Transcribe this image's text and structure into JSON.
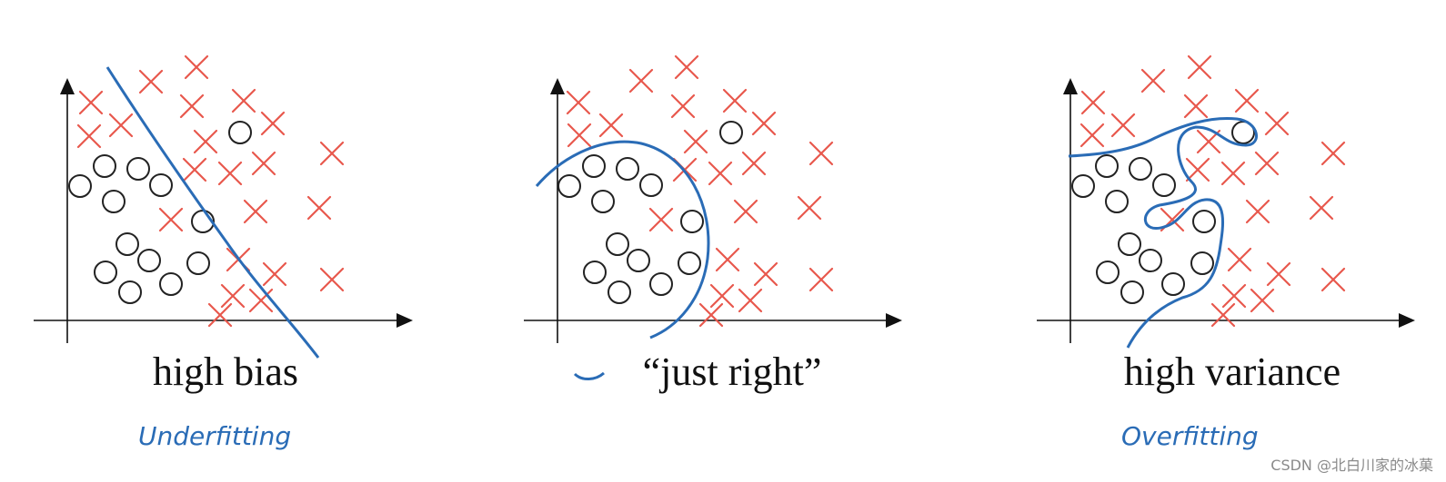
{
  "panels": [
    {
      "caption": "high bias",
      "handwritten": "Underfitting",
      "crosses": [
        [
          100,
          113
        ],
        [
          98,
          150
        ],
        [
          133,
          138
        ],
        [
          166,
          90
        ],
        [
          216,
          74
        ],
        [
          211,
          117
        ],
        [
          226,
          156
        ],
        [
          214,
          187
        ],
        [
          253,
          191
        ],
        [
          268,
          111
        ],
        [
          300,
          136
        ],
        [
          290,
          180
        ],
        [
          281,
          233
        ],
        [
          188,
          242
        ],
        [
          365,
          169
        ],
        [
          351,
          229
        ],
        [
          365,
          308
        ],
        [
          302,
          302
        ],
        [
          262,
          286
        ],
        [
          256,
          326
        ],
        [
          287,
          331
        ],
        [
          242,
          347
        ]
      ],
      "circles": [
        [
          88,
          205
        ],
        [
          115,
          183
        ],
        [
          152,
          186
        ],
        [
          177,
          204
        ],
        [
          125,
          222
        ],
        [
          223,
          244
        ],
        [
          140,
          269
        ],
        [
          164,
          287
        ],
        [
          218,
          290
        ],
        [
          116,
          300
        ],
        [
          188,
          313
        ],
        [
          143,
          322
        ],
        [
          264,
          146
        ]
      ]
    },
    {
      "caption": "“just right”",
      "handwritten": "",
      "crosses": [
        [
          636,
          113
        ],
        [
          637,
          149
        ],
        [
          672,
          138
        ],
        [
          705,
          89
        ],
        [
          755,
          74
        ],
        [
          751,
          117
        ],
        [
          765,
          156
        ],
        [
          753,
          187
        ],
        [
          792,
          191
        ],
        [
          808,
          111
        ],
        [
          840,
          136
        ],
        [
          829,
          180
        ],
        [
          820,
          233
        ],
        [
          727,
          242
        ],
        [
          903,
          169
        ],
        [
          890,
          229
        ],
        [
          903,
          308
        ],
        [
          842,
          302
        ],
        [
          800,
          286
        ],
        [
          794,
          326
        ],
        [
          825,
          331
        ],
        [
          782,
          347
        ]
      ],
      "circles": [
        [
          626,
          205
        ],
        [
          653,
          183
        ],
        [
          690,
          186
        ],
        [
          716,
          204
        ],
        [
          663,
          222
        ],
        [
          761,
          244
        ],
        [
          679,
          269
        ],
        [
          702,
          287
        ],
        [
          758,
          290
        ],
        [
          654,
          300
        ],
        [
          727,
          313
        ],
        [
          681,
          322
        ],
        [
          804,
          146
        ]
      ]
    },
    {
      "caption": "high variance",
      "handwritten": "Overfitting",
      "crosses": [
        [
          1202,
          113
        ],
        [
          1201,
          149
        ],
        [
          1235,
          138
        ],
        [
          1268,
          89
        ],
        [
          1319,
          74
        ],
        [
          1315,
          117
        ],
        [
          1329,
          156
        ],
        [
          1317,
          187
        ],
        [
          1356,
          191
        ],
        [
          1371,
          111
        ],
        [
          1404,
          136
        ],
        [
          1393,
          180
        ],
        [
          1383,
          233
        ],
        [
          1289,
          242
        ],
        [
          1466,
          169
        ],
        [
          1453,
          229
        ],
        [
          1466,
          308
        ],
        [
          1406,
          302
        ],
        [
          1363,
          286
        ],
        [
          1357,
          326
        ],
        [
          1388,
          331
        ],
        [
          1345,
          347
        ]
      ],
      "circles": [
        [
          1191,
          205
        ],
        [
          1217,
          183
        ],
        [
          1254,
          186
        ],
        [
          1280,
          204
        ],
        [
          1228,
          222
        ],
        [
          1324,
          244
        ],
        [
          1242,
          269
        ],
        [
          1265,
          287
        ],
        [
          1322,
          290
        ],
        [
          1218,
          300
        ],
        [
          1290,
          313
        ],
        [
          1245,
          322
        ],
        [
          1367,
          146
        ]
      ]
    }
  ],
  "watermark": "CSDN @北白川家的冰菓",
  "colors": {
    "cross": "#e8584d",
    "circle": "#222222",
    "boundary": "#2a6cb6",
    "axis": "#111111"
  }
}
